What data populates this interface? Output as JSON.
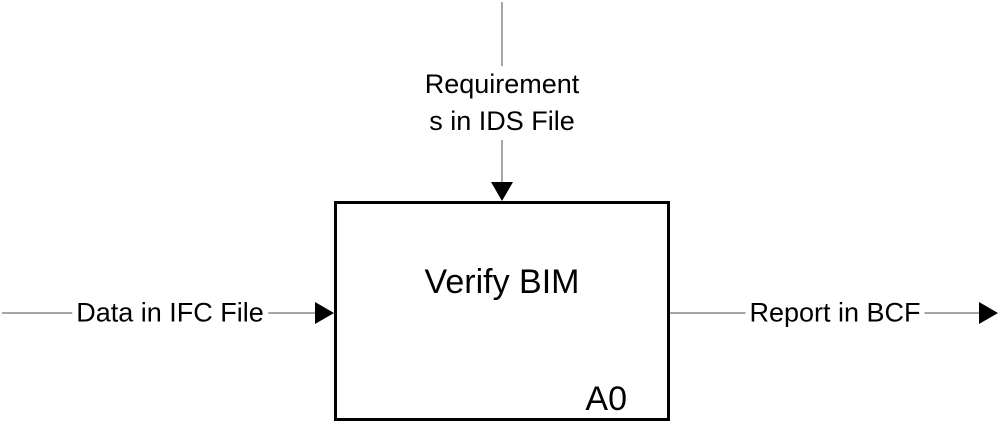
{
  "diagram": {
    "type": "IDEF0 function diagram",
    "colors": {
      "background": "#ffffff",
      "connector_line": "#a6a6a6",
      "arrowhead": "#000000",
      "box_border": "#000000",
      "text": "#000000"
    },
    "process_box": {
      "title": "Verify BIM",
      "node_id": "A0"
    },
    "flows": {
      "control": {
        "label": "Requirements in IDS File",
        "lines": [
          "Requirement",
          "s in IDS File"
        ],
        "direction": "top-into-box"
      },
      "input": {
        "label": "Data in IFC File",
        "direction": "left-into-box"
      },
      "output": {
        "label": "Report in BCF",
        "direction": "box-to-right"
      }
    }
  }
}
